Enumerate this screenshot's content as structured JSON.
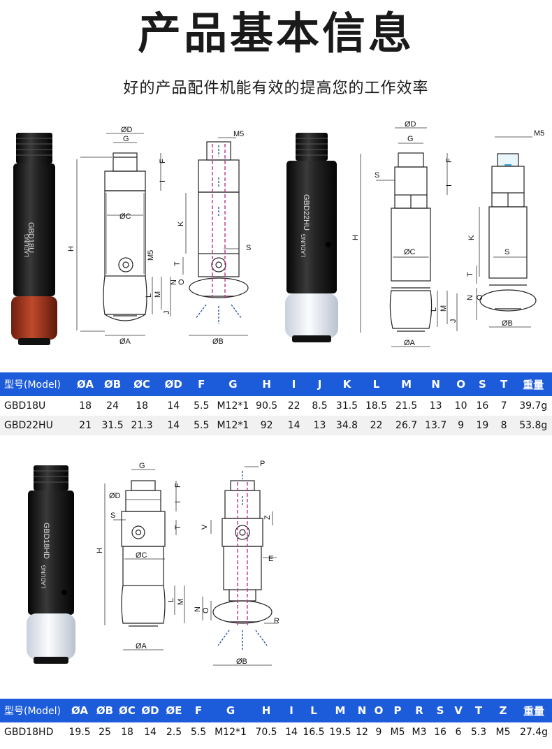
{
  "header": {
    "title": "产品基本信息",
    "subtitle": "好的产品配件机能有效的提高您的工作效率"
  },
  "products": [
    {
      "print": "GBD18U",
      "brand": "LADUNG",
      "mark": "®"
    },
    {
      "print": "GBD22HU",
      "brand": "LADUNG",
      "mark": "®"
    },
    {
      "print": "GBD18HD",
      "brand": "LADUNG",
      "mark": "®"
    }
  ],
  "diagram_labels": {
    "D": "ØD",
    "G": "G",
    "C": "ØC",
    "A": "ØA",
    "B": "ØB",
    "F": "F",
    "I": "I",
    "H": "H",
    "K": "K",
    "M5": "M5",
    "S": "S",
    "T": "T",
    "L": "L",
    "M": "M",
    "N": "N",
    "O": "O",
    "J": "J",
    "P": "P",
    "V": "V",
    "Z": "Z",
    "E": "E",
    "R": "R"
  },
  "colors": {
    "header_blue": "#1c5bd9",
    "flow_line": "#c0308a",
    "arrow_blue": "#2c5a9c",
    "rubber_red": "#a8341c"
  },
  "table1": {
    "headers": [
      "型号(Model)",
      "ØA",
      "ØB",
      "ØC",
      "ØD",
      "F",
      "G",
      "H",
      "I",
      "J",
      "K",
      "L",
      "M",
      "N",
      "O",
      "S",
      "T",
      "重量"
    ],
    "rows": [
      [
        "GBD18U",
        "18",
        "24",
        "18",
        "14",
        "5.5",
        "M12*1",
        "90.5",
        "22",
        "8.5",
        "31.5",
        "18.5",
        "21.5",
        "13",
        "10",
        "16",
        "7",
        "39.7g"
      ],
      [
        "GBD22HU",
        "21",
        "31.5",
        "21.3",
        "14",
        "5.5",
        "M12*1",
        "92",
        "14",
        "13",
        "34.8",
        "22",
        "26.7",
        "13.7",
        "9",
        "19",
        "8",
        "53.8g"
      ]
    ]
  },
  "table2": {
    "headers": [
      "型号(Model)",
      "ØA",
      "ØB",
      "ØC",
      "ØD",
      "ØE",
      "F",
      "G",
      "H",
      "I",
      "L",
      "M",
      "N",
      "O",
      "P",
      "R",
      "S",
      "V",
      "T",
      "Z",
      "重量"
    ],
    "rows": [
      [
        "GBD18HD",
        "19.5",
        "25",
        "18",
        "14",
        "2.5",
        "5.5",
        "M12*1",
        "70.5",
        "14",
        "16.5",
        "19.5",
        "12",
        "9",
        "M5",
        "M3",
        "16",
        "6",
        "5.3",
        "M5",
        "27.4g"
      ]
    ]
  }
}
